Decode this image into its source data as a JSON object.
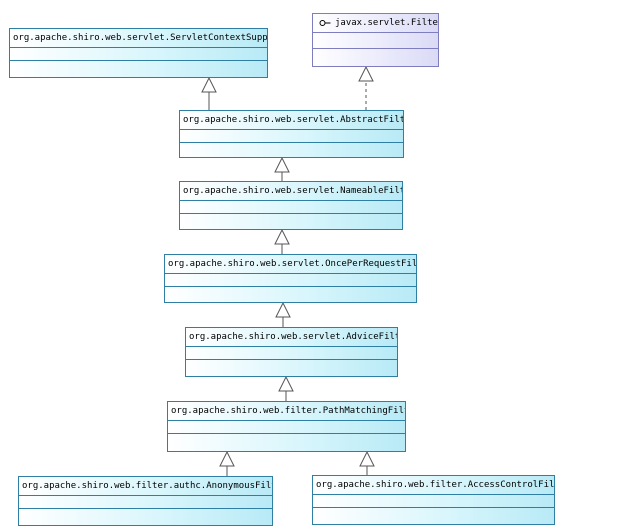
{
  "classes": {
    "servlet_context_support": {
      "name": "org.apache.shiro.web.servlet.ServletContextSupport"
    },
    "filter_interface": {
      "name": "javax.servlet.Filter",
      "stereotype": "interface",
      "icon": "interface-lollipop-icon"
    },
    "abstract_filter": {
      "name": "org.apache.shiro.web.servlet.AbstractFilter"
    },
    "nameable_filter": {
      "name": "org.apache.shiro.web.servlet.NameableFilter"
    },
    "once_per_request_filter": {
      "name": "org.apache.shiro.web.servlet.OncePerRequestFilter"
    },
    "advice_filter": {
      "name": "org.apache.shiro.web.servlet.AdviceFilter"
    },
    "path_matching_filter": {
      "name": "org.apache.shiro.web.filter.PathMatchingFilter"
    },
    "anonymous_filter": {
      "name": "org.apache.shiro.web.filter.authc.AnonymousFilter"
    },
    "access_control_filter": {
      "name": "org.apache.shiro.web.filter.AccessControlFilter"
    }
  },
  "relations": [
    {
      "type": "generalization",
      "from": "abstract_filter",
      "to": "servlet_context_support"
    },
    {
      "type": "realization",
      "from": "abstract_filter",
      "to": "filter_interface"
    },
    {
      "type": "generalization",
      "from": "nameable_filter",
      "to": "abstract_filter"
    },
    {
      "type": "generalization",
      "from": "once_per_request_filter",
      "to": "nameable_filter"
    },
    {
      "type": "generalization",
      "from": "advice_filter",
      "to": "once_per_request_filter"
    },
    {
      "type": "generalization",
      "from": "path_matching_filter",
      "to": "advice_filter"
    },
    {
      "type": "generalization",
      "from": "anonymous_filter",
      "to": "path_matching_filter"
    },
    {
      "type": "generalization",
      "from": "access_control_filter",
      "to": "path_matching_filter"
    }
  ],
  "colors": {
    "class_border": "#2e7fa3",
    "class_fill": "#b8eaf6",
    "interface_border": "#7e7ebe",
    "interface_fill": "#dadaf6",
    "connector": "#555555"
  }
}
